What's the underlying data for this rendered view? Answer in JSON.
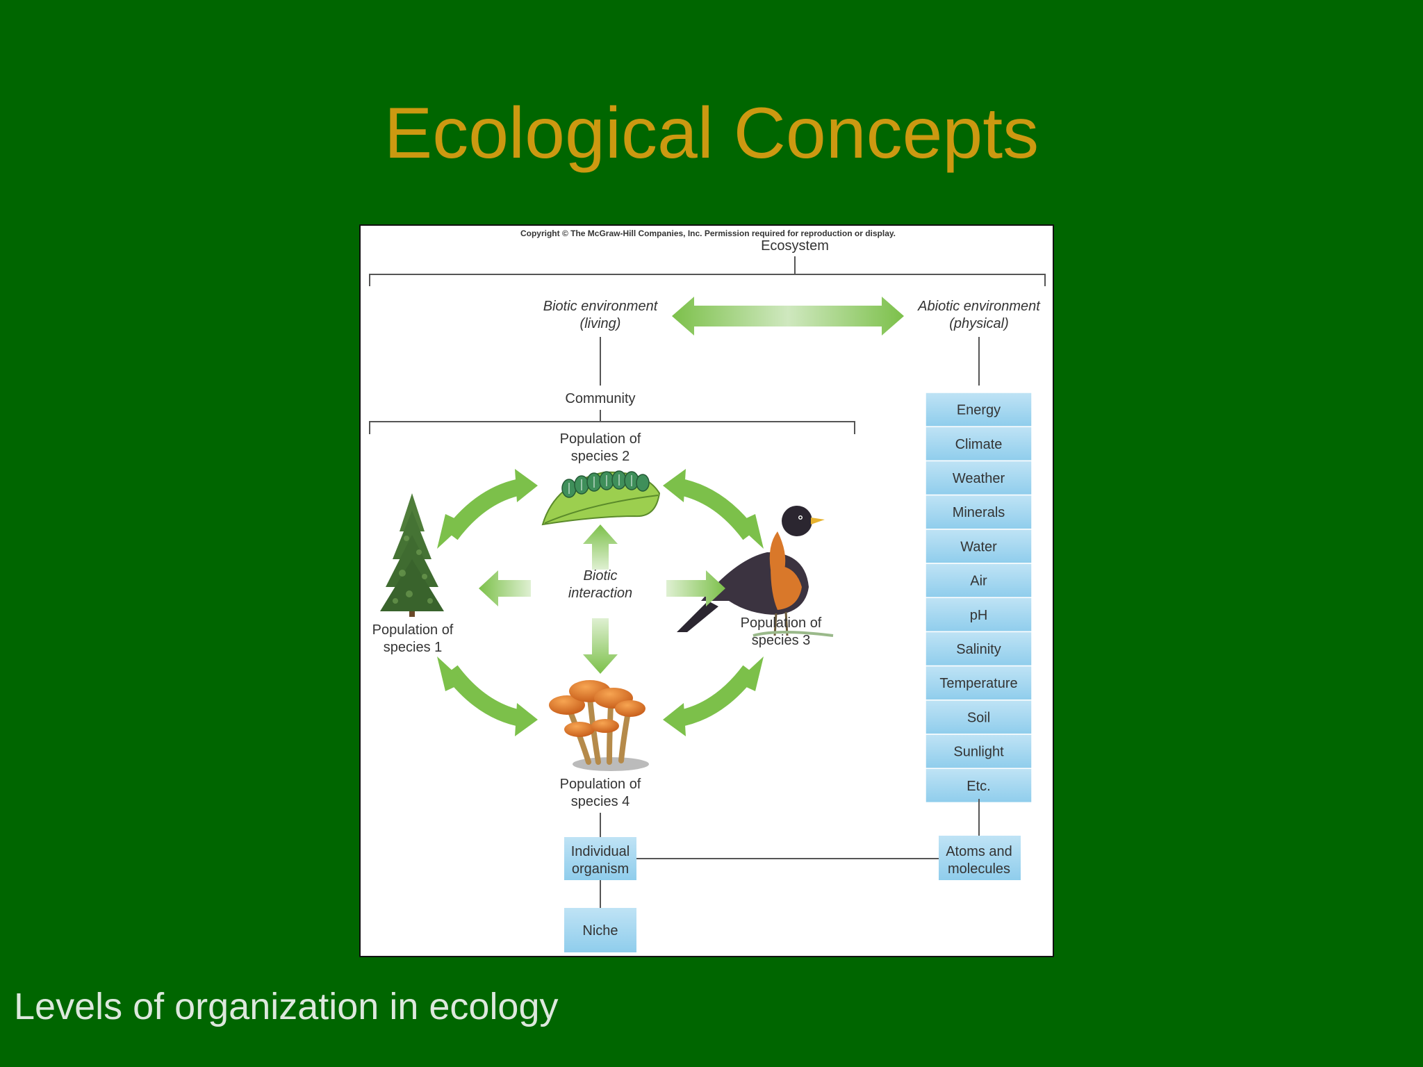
{
  "slide": {
    "title": "Ecological Concepts",
    "caption": "Levels of organization in ecology"
  },
  "figure": {
    "copyright": "Copyright © The McGraw-Hill Companies, Inc. Permission required for reproduction or display.",
    "ecosystem": "Ecosystem",
    "biotic_line1": "Biotic environment",
    "biotic_line2": "(living)",
    "abiotic_line1": "Abiotic environment",
    "abiotic_line2": "(physical)",
    "community": "Community",
    "species2_line1": "Population of",
    "species2_line2": "species 2",
    "species1_line1": "Population of",
    "species1_line2": "species 1",
    "species3_line1": "Population of",
    "species3_line2": "species 3",
    "species4_line1": "Population of",
    "species4_line2": "species 4",
    "interaction_line1": "Biotic",
    "interaction_line2": "interaction",
    "abiotic_factors": [
      "Energy",
      "Climate",
      "Weather",
      "Minerals",
      "Water",
      "Air",
      "pH",
      "Salinity",
      "Temperature",
      "Soil",
      "Sunlight",
      "Etc."
    ],
    "individual_line1": "Individual",
    "individual_line2": "organism",
    "atoms_line1": "Atoms and",
    "atoms_line2": "molecules",
    "niche": "Niche"
  },
  "colors": {
    "background": "#006600",
    "title": "#cc9911",
    "arrow_green": "#7cc04a",
    "box_blue": "#a8d8f0"
  }
}
